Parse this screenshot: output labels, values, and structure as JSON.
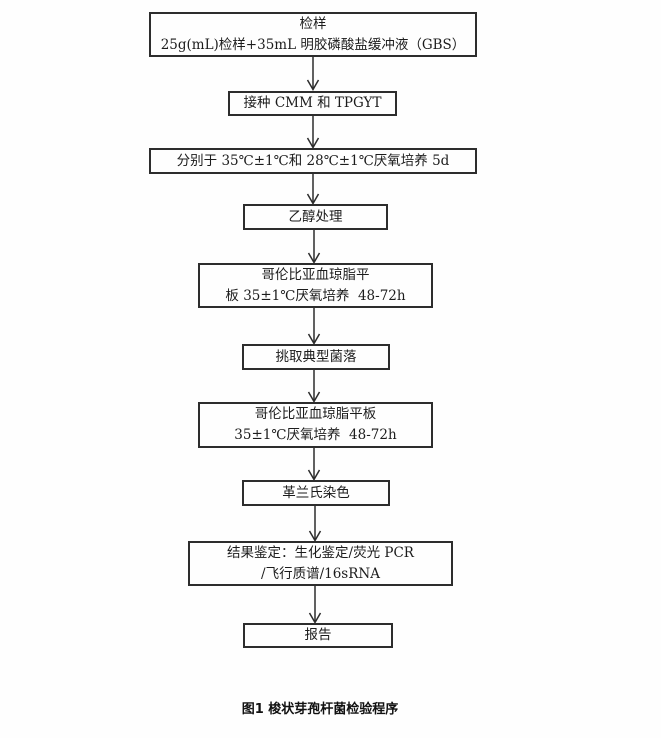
{
  "figure": {
    "caption": "图1 梭状芽孢杆菌检验程序"
  },
  "flowchart": {
    "type": "vertical-flow",
    "line_color": "#2d2d2d",
    "nodes": [
      {
        "id": "sample",
        "lines": [
          "检样",
          "25g(mL)检样+35mL 明胶磷酸盐缓冲液（GBS）"
        ]
      },
      {
        "id": "inoculation",
        "lines": [
          "接种 CMM 和 TPGYT"
        ]
      },
      {
        "id": "incubation",
        "lines": [
          "分别于 35℃±1℃和 28℃±1℃厌氧培养 5d"
        ]
      },
      {
        "id": "ethanol",
        "lines": [
          "乙醇处理"
        ]
      },
      {
        "id": "columbia-plate-1",
        "lines": [
          "哥伦比亚血琼脂平",
          "板 35±1℃厌氧培养  48-72h"
        ]
      },
      {
        "id": "pick-colony",
        "lines": [
          "挑取典型菌落"
        ]
      },
      {
        "id": "columbia-plate-2",
        "lines": [
          "哥伦比亚血琼脂平板",
          "35±1℃厌氧培养  48-72h"
        ]
      },
      {
        "id": "gram-stain",
        "lines": [
          "革兰氏染色"
        ]
      },
      {
        "id": "identification",
        "lines": [
          "结果鉴定：生化鉴定/荧光 PCR",
          "/飞行质谱/16sRNA"
        ]
      },
      {
        "id": "report",
        "lines": [
          "报告"
        ]
      }
    ]
  }
}
